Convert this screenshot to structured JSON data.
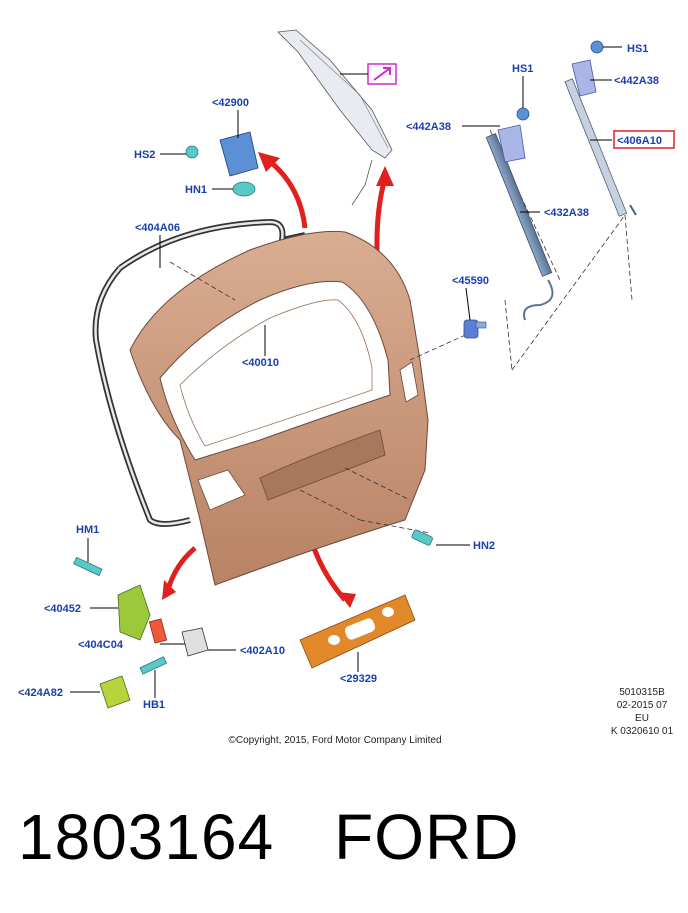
{
  "callouts": {
    "hs1_top": "HS1",
    "c442a38_top": "<442A38",
    "hs1_mid": "HS1",
    "c442a38_mid": "<442A38",
    "c406a10": "<406A10",
    "c432a38": "<432A38",
    "c42900": "<42900",
    "hs2": "HS2",
    "hn1": "HN1",
    "c404a06": "<404A06",
    "c45590": "<45590",
    "c40010": "<40010",
    "hn2": "HN2",
    "hm1": "HM1",
    "c40452": "<40452",
    "c404c04": "<404C04",
    "c402a10": "<402A10",
    "c424a82": "<424A82",
    "hb1": "HB1",
    "c29329": "<29329"
  },
  "meta": {
    "line1": "5010315B",
    "line2": "02-2015 07",
    "line3": "EU",
    "line4": "K 0320610 01"
  },
  "copyright": "©Copyright, 2015, Ford Motor Company Limited",
  "footer": {
    "part_number": "1803164",
    "brand": "FORD"
  },
  "colors": {
    "callout_text": "#1a3fb0",
    "highlight_box": "#e0202a",
    "reference_box": "#d02ad0",
    "tailgate": "#c89678",
    "arrow": "#e0201c",
    "bracket": "#9cc83c",
    "latch_bracket": "#e88a20",
    "hinge_blue": "#5b8fd6"
  },
  "icons": {
    "reference_box_icon": "arrow-icon"
  }
}
